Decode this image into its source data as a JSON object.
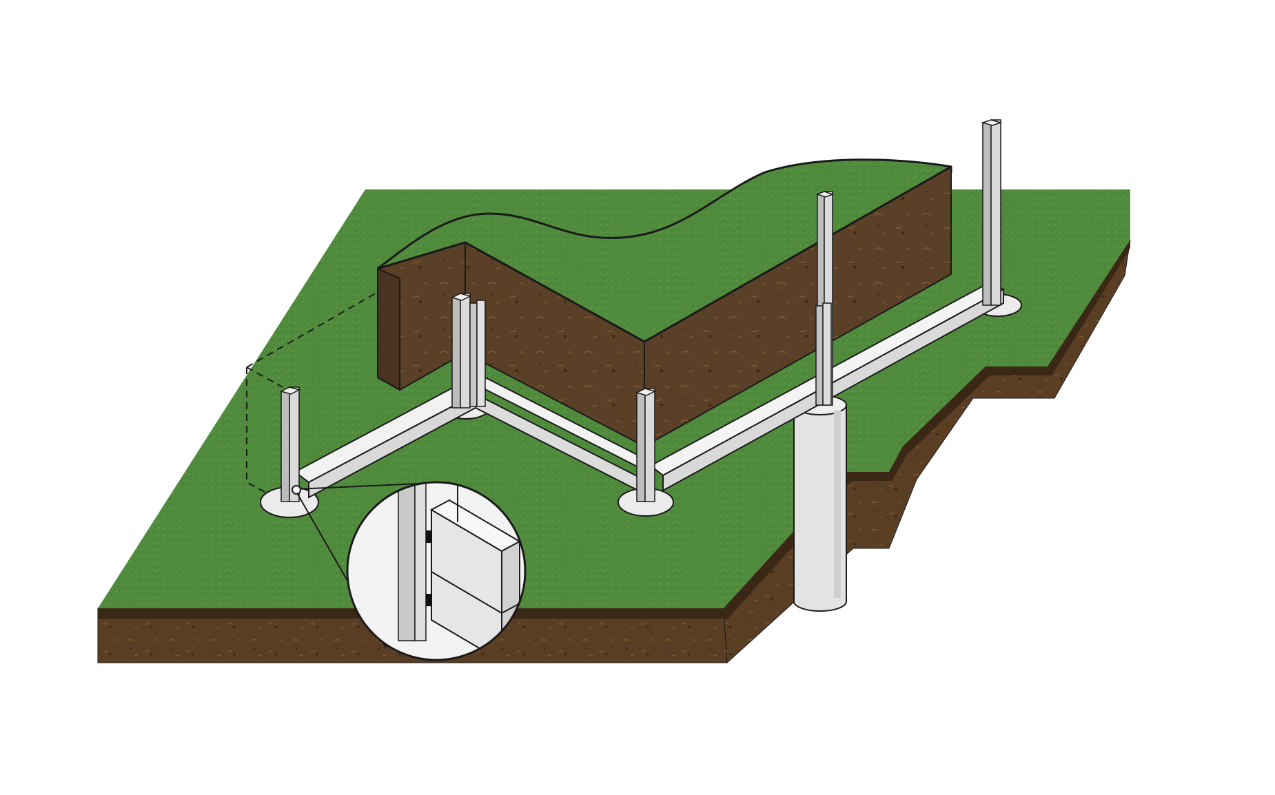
{
  "diagram": {
    "description_visible_text": "",
    "colors": {
      "background": "#ffffff",
      "grass": "#4f8a3c",
      "grass_dark": "#3f7030",
      "soil": "#5a3e24",
      "soil_dark": "#3a2716",
      "soil_speck": "#7a5a2c",
      "wall_front": "#5b4028",
      "wall_top": "#4f8a3c",
      "post": "#d6d6d6",
      "post_shadow": "#b8b8b8",
      "footing": "#e8e8e8",
      "outline": "#1a1a1a"
    },
    "components": [
      {
        "name": "ground-block",
        "kind": "terrain"
      },
      {
        "name": "retaining-soil-wall",
        "kind": "excavation"
      },
      {
        "name": "steel-posts",
        "kind": "post",
        "count": 7
      },
      {
        "name": "concrete-footings",
        "kind": "footing",
        "count": 4
      },
      {
        "name": "horizontal-panels",
        "kind": "panel"
      },
      {
        "name": "pier-column",
        "kind": "pier"
      },
      {
        "name": "detail-callout",
        "kind": "magnifier"
      },
      {
        "name": "dashed-outline",
        "kind": "hidden-edge"
      }
    ]
  }
}
